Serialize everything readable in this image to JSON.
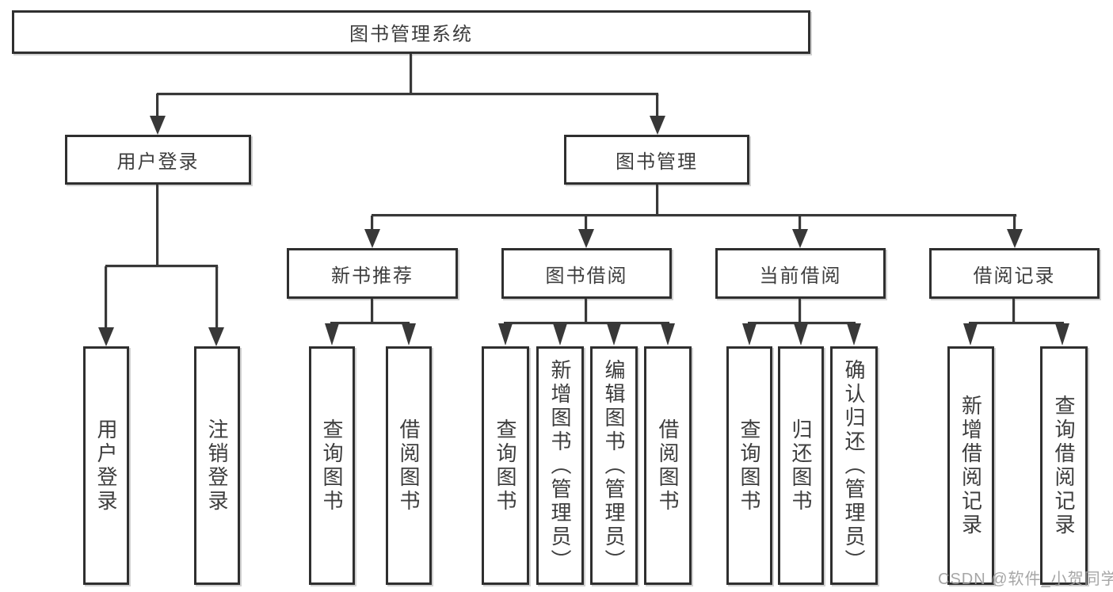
{
  "tree": {
    "label": "图书管理系统",
    "children": [
      {
        "label": "用户登录",
        "children": [
          {
            "label": "用户登录"
          },
          {
            "label": "注销登录"
          }
        ]
      },
      {
        "label": "图书管理",
        "children": [
          {
            "label": "新书推荐",
            "children": [
              {
                "label": "查询图书"
              },
              {
                "label": "借阅图书"
              }
            ]
          },
          {
            "label": "图书借阅",
            "children": [
              {
                "label": "查询图书"
              },
              {
                "label": "新增图书（管理员）"
              },
              {
                "label": "编辑图书（管理员）"
              },
              {
                "label": "借阅图书"
              }
            ]
          },
          {
            "label": "当前借阅",
            "children": [
              {
                "label": "查询图书"
              },
              {
                "label": "归还图书"
              },
              {
                "label": "确认归还（管理员）"
              }
            ]
          },
          {
            "label": "借阅记录",
            "children": [
              {
                "label": "新增借阅记录"
              },
              {
                "label": "查询借阅记录"
              }
            ]
          }
        ]
      }
    ]
  },
  "watermark": {
    "text": "CSDN @软件_小贺同学"
  },
  "colors": {
    "background": "#ffffff",
    "line": "#383838",
    "box_border": "#2f2f2f",
    "text": "#3d3d3d",
    "watermark": "#9e9e9e"
  }
}
